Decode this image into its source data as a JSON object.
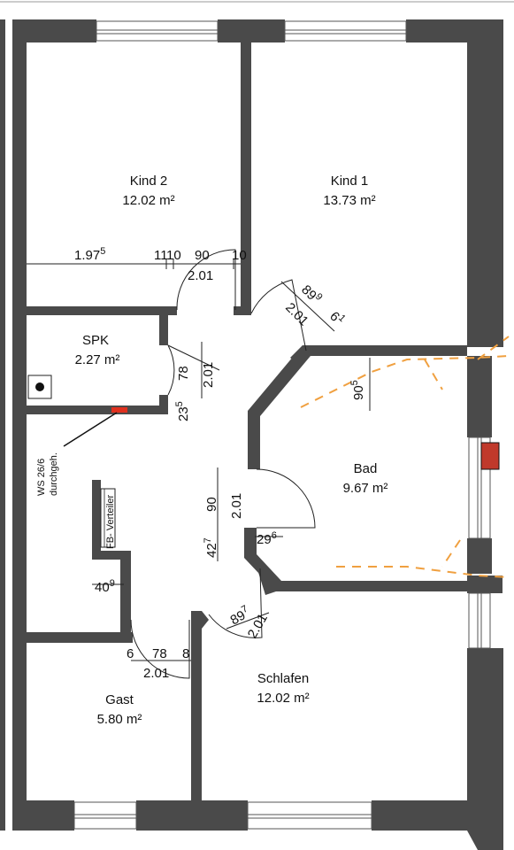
{
  "rooms": {
    "kind2": {
      "name": "Kind 2",
      "area": "12.02 m²"
    },
    "kind1": {
      "name": "Kind 1",
      "area": "13.73 m²"
    },
    "spk": {
      "name": "SPK",
      "area": "2.27 m²"
    },
    "bad": {
      "name": "Bad",
      "area": "9.67 m²"
    },
    "schlafen": {
      "name": "Schlafen",
      "area": "12.02 m²"
    },
    "gast": {
      "name": "Gast",
      "area": "5.80 m²"
    }
  },
  "dimensions": {
    "d_197": "1.97",
    "d_197_sup": "5",
    "d_11": "11",
    "d_10a": "10",
    "d_90a": "90",
    "d_201a": "2.01",
    "d_10b": "10",
    "d_899a": "89",
    "d_899a_sup": "9",
    "d_201b": "2.01",
    "d_61": "6",
    "d_61_sup": "1",
    "d_78a": "78",
    "d_201c": "2.01",
    "d_235": "23",
    "d_235_sup": "5",
    "d_905": "90",
    "d_905_sup": "5",
    "d_90b": "90",
    "d_201d": "2.01",
    "d_427": "42",
    "d_427_sup": "7",
    "d_296": "29",
    "d_296_sup": "6",
    "d_409": "40",
    "d_409_sup": "9",
    "d_897": "89",
    "d_897_sup": "7",
    "d_201e": "2.01",
    "d_6": "6",
    "d_78b": "78",
    "d_8": "8",
    "d_201f": "2.01"
  },
  "notes": {
    "ws_line1": "WS 26/6",
    "ws_line2": "durchgeh.",
    "fb_verteiler": "FB- Verteiler"
  },
  "colors": {
    "wall": "#4a4a4a",
    "dashed_line": "#f0a040",
    "marker_red": "#e0301e",
    "chimney": "#c0392b"
  }
}
